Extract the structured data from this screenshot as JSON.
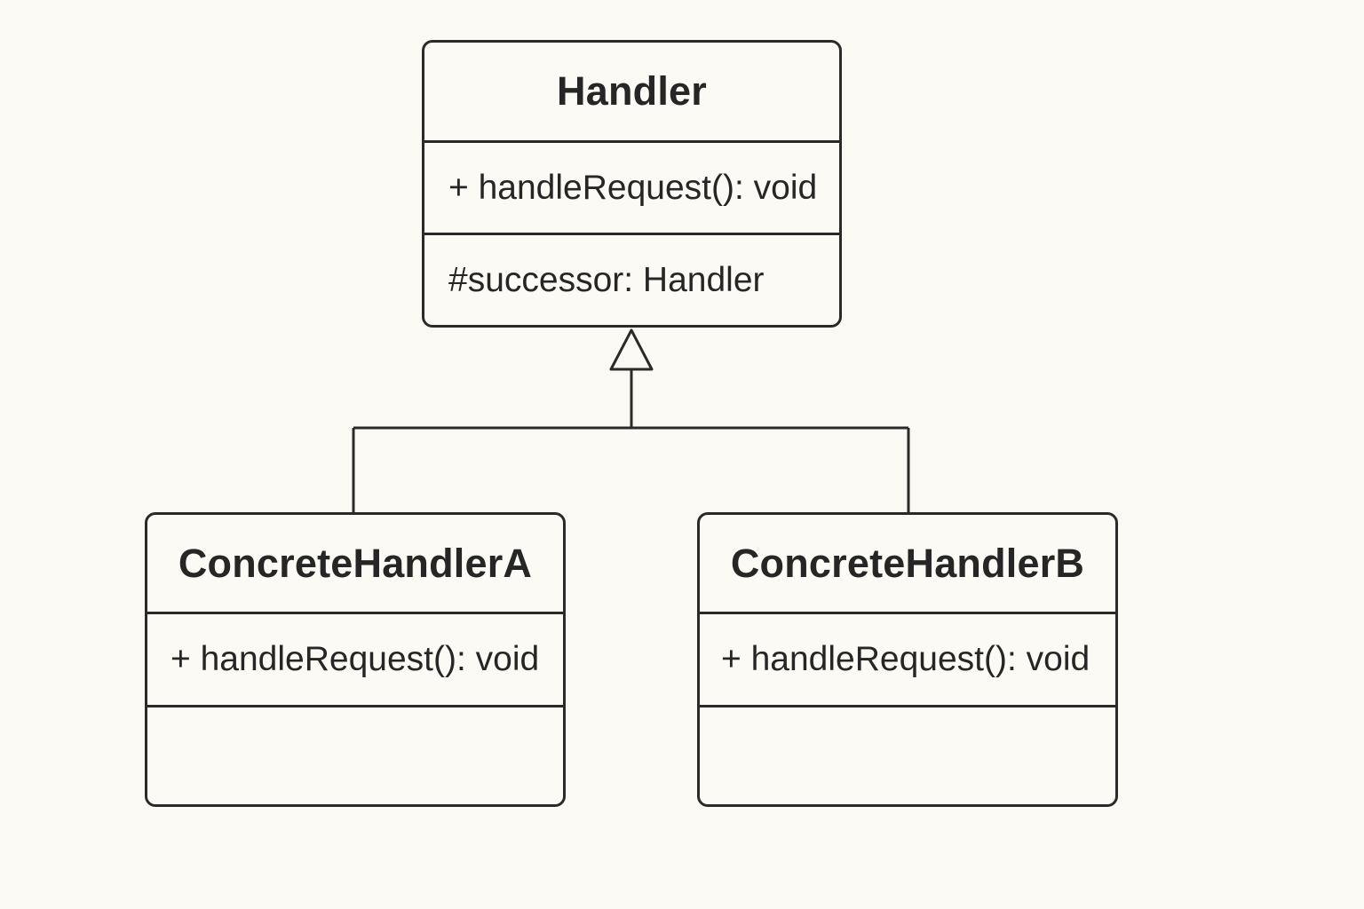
{
  "diagram": {
    "type": "uml-class-diagram",
    "classes": [
      {
        "id": "handler",
        "name": "Handler",
        "operations": [
          "+ handleRequest(): void"
        ],
        "attributes": [
          "#successor: Handler"
        ]
      },
      {
        "id": "concrete_a",
        "name": "ConcreteHandlerA",
        "operations": [
          "+ handleRequest(): void"
        ],
        "attributes": []
      },
      {
        "id": "concrete_b",
        "name": "ConcreteHandlerB",
        "operations": [
          "+ handleRequest(): void"
        ],
        "attributes": []
      }
    ],
    "relations": [
      {
        "type": "generalization",
        "from": "concrete_a",
        "to": "handler"
      },
      {
        "type": "generalization",
        "from": "concrete_b",
        "to": "handler"
      }
    ],
    "colors": {
      "background": "#fbf9f3",
      "stroke": "#2a2a2a",
      "text": "#262626"
    }
  }
}
